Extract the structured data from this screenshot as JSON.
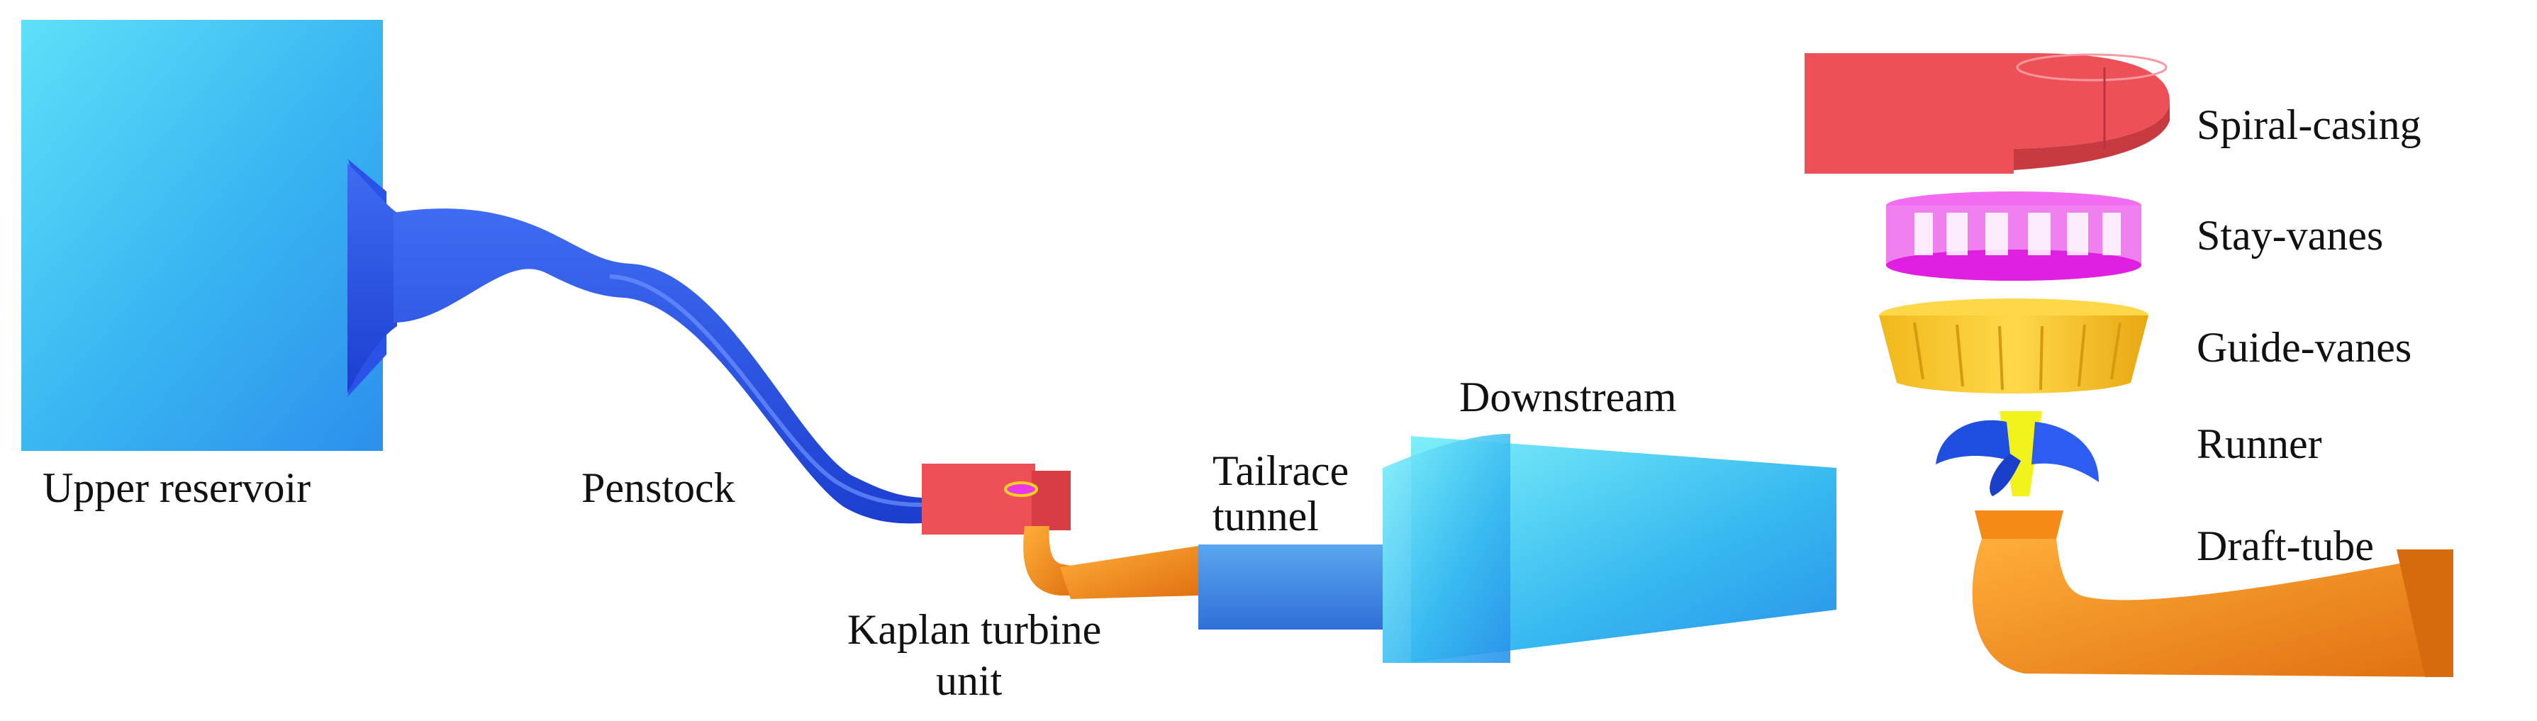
{
  "labels": {
    "upper_reservoir": "Upper reservoir",
    "penstock": "Penstock",
    "kaplan_line1": "Kaplan turbine",
    "kaplan_line2": "unit",
    "tailrace_line1": "Tailrace",
    "tailrace_line2": "tunnel",
    "downstream": "Downstream",
    "spiral_casing": "Spiral-casing",
    "stay_vanes": "Stay-vanes",
    "guide_vanes": "Guide-vanes",
    "runner": "Runner",
    "draft_tube": "Draft-tube"
  },
  "colors": {
    "reservoir": "#36b4f0",
    "pipe": "#2a52e6",
    "spiral_casing": "#ee5058",
    "stay_vanes": "#ee22ee",
    "guide_vanes": "#f6c428",
    "runner": "#1f4fe0",
    "runner_hub": "#f2f21c",
    "draft_tube": "#f58a18"
  }
}
